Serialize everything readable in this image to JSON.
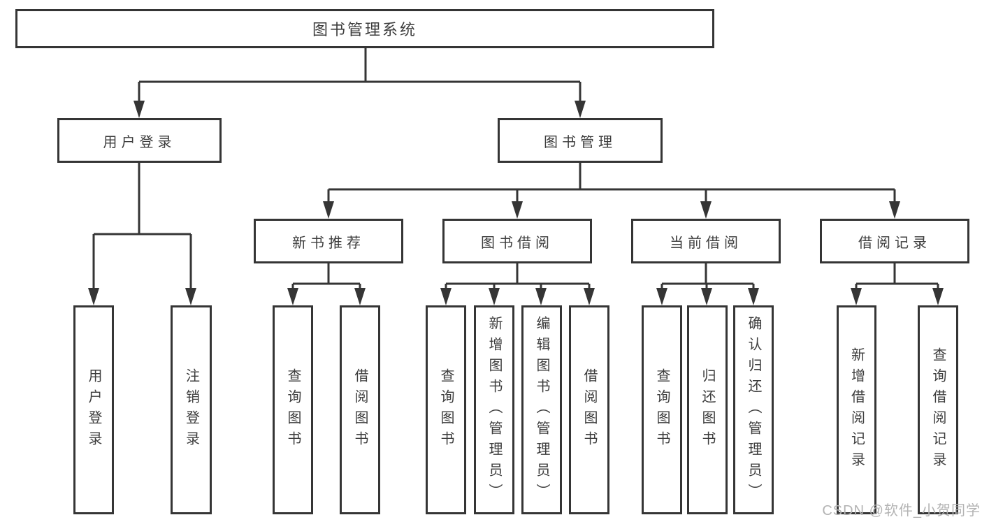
{
  "diagram": {
    "title_note": "functional structure chart",
    "root": {
      "label": "图书管理系统"
    },
    "user_login": {
      "label": "用户登录",
      "children": [
        {
          "label": "用户登录"
        },
        {
          "label": "注销登录"
        }
      ]
    },
    "book_management": {
      "label": "图书管理",
      "children": [
        {
          "label": "新书推荐",
          "children": [
            {
              "label": "查询图书"
            },
            {
              "label": "借阅图书"
            }
          ]
        },
        {
          "label": "图书借阅",
          "children": [
            {
              "label": "查询图书"
            },
            {
              "label": "新增图书（管理员）"
            },
            {
              "label": "编辑图书（管理员）"
            },
            {
              "label": "借阅图书"
            }
          ]
        },
        {
          "label": "当前借阅",
          "children": [
            {
              "label": "查询图书"
            },
            {
              "label": "归还图书"
            },
            {
              "label": "确认归还（管理员）"
            }
          ]
        },
        {
          "label": "借阅记录",
          "children": [
            {
              "label": "新增借阅记录"
            },
            {
              "label": "查询借阅记录"
            }
          ]
        }
      ]
    }
  },
  "watermark": {
    "text": "CSDN @软件_小贺同学"
  },
  "colors": {
    "line": "#353535",
    "text": "#3d3d3d",
    "background": "#ffffff",
    "watermark": "#b3b3b3"
  }
}
